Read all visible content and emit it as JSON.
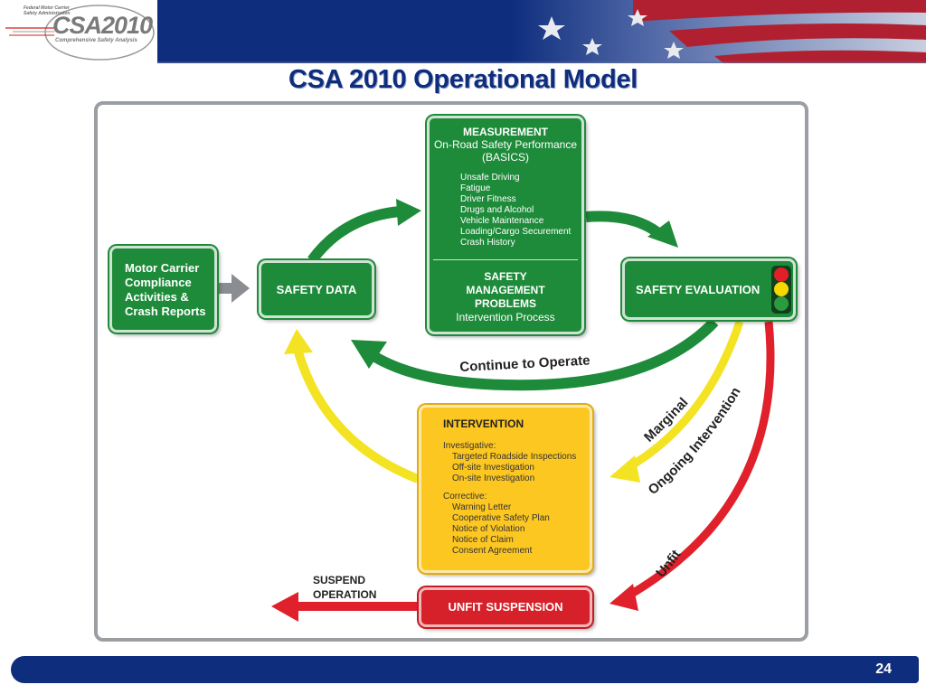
{
  "logo": {
    "agency_line1": "Federal Motor Carrier",
    "agency_line2": "Safety Administration",
    "mark_main": "CSA",
    "mark_year": "2010",
    "mark_sub": "Comprehensive Safety Analysis"
  },
  "title": "CSA 2010 Operational Model",
  "nodes": {
    "motor_carrier": {
      "lines": [
        "Motor Carrier",
        "Compliance",
        "Activities &",
        "Crash Reports"
      ]
    },
    "safety_data": {
      "label": "SAFETY DATA"
    },
    "measurement": {
      "heading": "MEASUREMENT",
      "subtitle": "On-Road Safety Performance",
      "subtitle2": "(BASICS)",
      "basics": [
        "Unsafe Driving",
        "Fatigue",
        "Driver Fitness",
        "Drugs and Alcohol",
        "Vehicle Maintenance",
        "Loading/Cargo Securement",
        "Crash History"
      ],
      "smp_lines": [
        "SAFETY",
        "MANAGEMENT",
        "PROBLEMS"
      ],
      "smp_sub": "Intervention Process"
    },
    "safety_evaluation": {
      "label": "SAFETY EVALUATION",
      "lamps": [
        "#e11f26",
        "#f5d800",
        "#2c9a3f"
      ]
    },
    "intervention": {
      "heading": "INTERVENTION",
      "investigative_label": "Investigative:",
      "investigative": [
        "Targeted Roadside Inspections",
        "Off-site Investigation",
        "On-site Investigation"
      ],
      "corrective_label": "Corrective:",
      "corrective": [
        "Warning Letter",
        "Cooperative Safety Plan",
        "Notice of Violation",
        "Notice of Claim",
        "Consent Agreement"
      ]
    },
    "unfit_suspension": {
      "label": "UNFIT SUSPENSION"
    }
  },
  "edges": {
    "continue": "Continue to Operate",
    "marginal": "Marginal",
    "ongoing": "Ongoing Intervention",
    "unfit": "Unfit",
    "suspend_lines": [
      "SUSPEND",
      "OPERATION"
    ]
  },
  "colors": {
    "green": "#1e8b3a",
    "yellow": "#f3e322",
    "red": "#e0202a",
    "gray": "#8a8d92",
    "navy": "#0e2d7d"
  },
  "footer": {
    "page_number": "24"
  }
}
